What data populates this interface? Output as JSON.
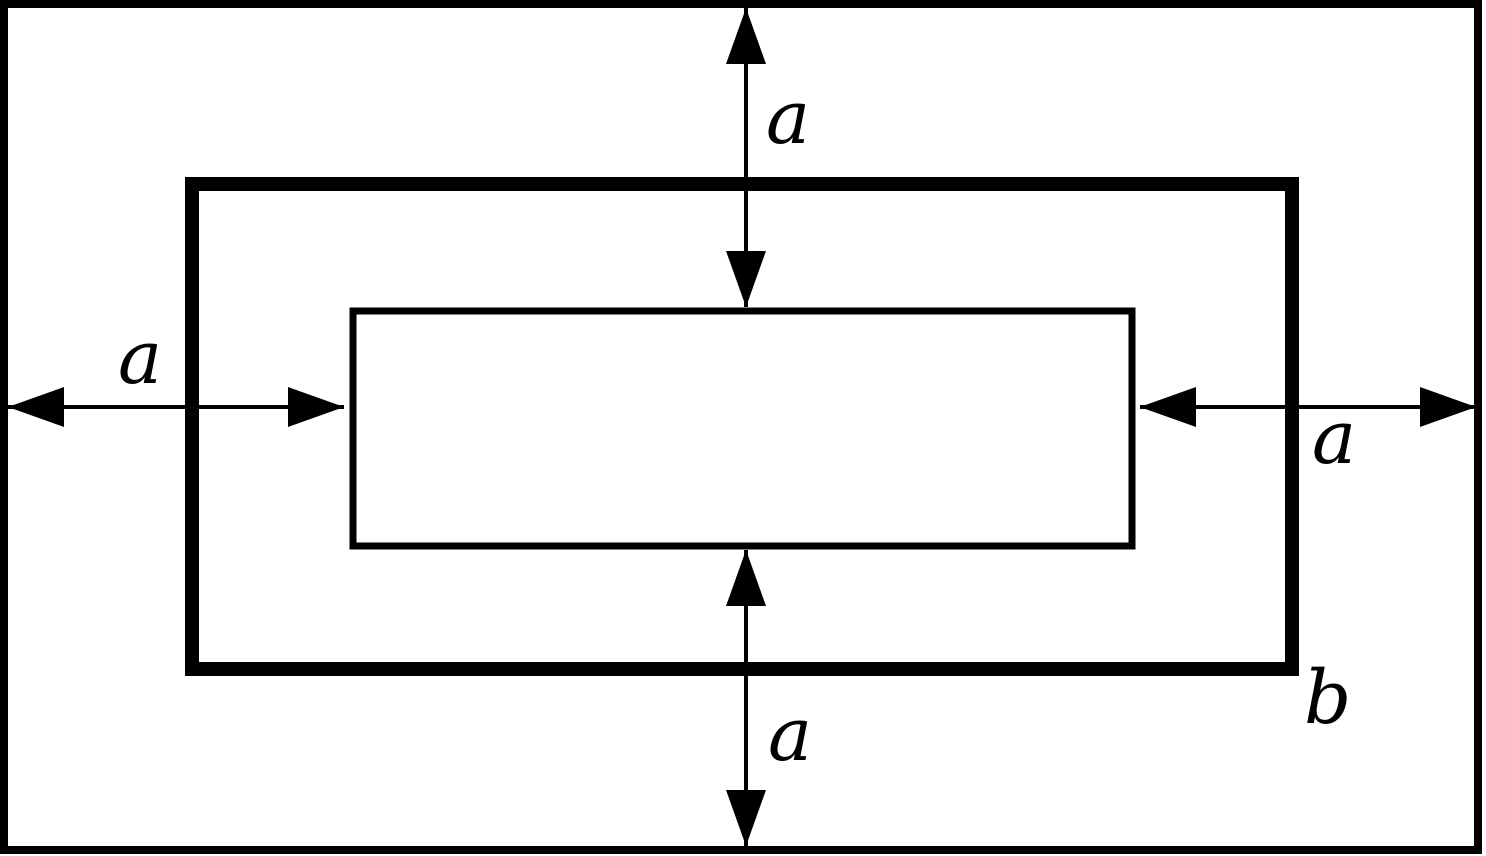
{
  "diagram": {
    "labels": {
      "top_gap": "a",
      "left_gap": "a",
      "right_gap": "a",
      "bottom_gap": "a",
      "middle_rect": "b"
    },
    "colors": {
      "stroke": "#000000",
      "background": "#ffffff"
    }
  }
}
